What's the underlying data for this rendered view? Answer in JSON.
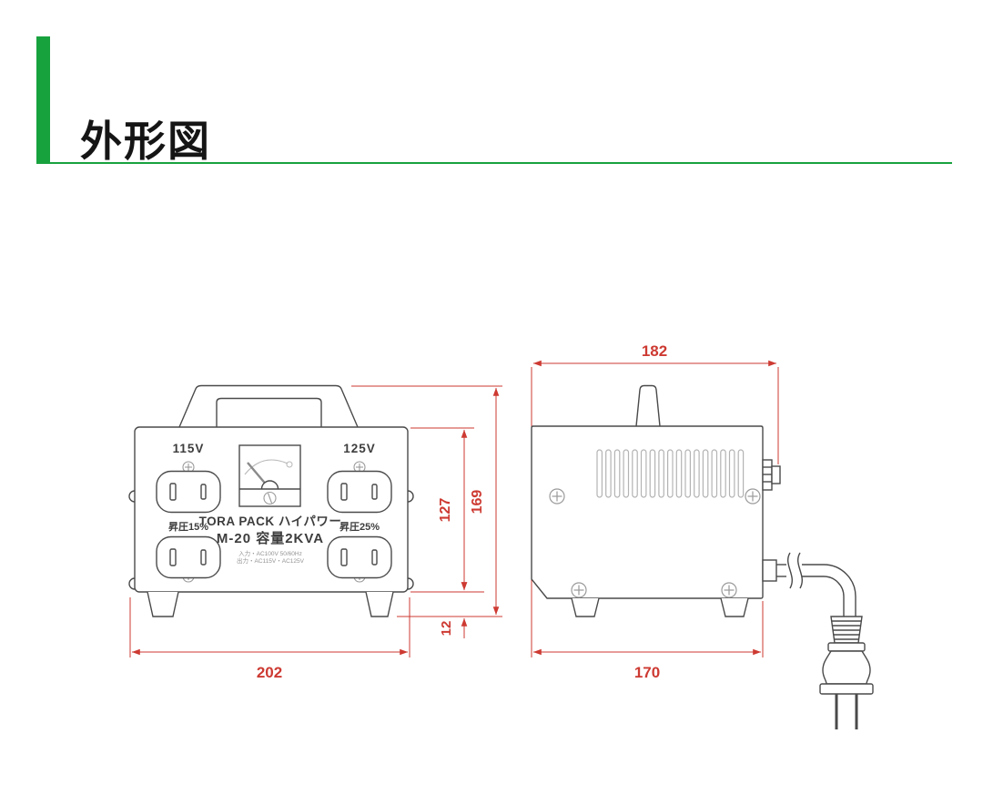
{
  "header": {
    "title": "外形図"
  },
  "colors": {
    "accent_green": "#18a23e",
    "dimension_red": "#cd3a32",
    "drawing_line": "#4a4a4a",
    "detail_gray": "#9a9a9a"
  },
  "front_view": {
    "voltage_left": "115V",
    "voltage_right": "125V",
    "boost_left": "昇圧15%",
    "boost_right": "昇圧25%",
    "brand": "TORA PACK ハイパワー",
    "model": "M-20 容量2KVA",
    "spec_line1": "入力・AC100V 50/60Hz",
    "spec_line2": "出力・AC115V・AC125V"
  },
  "dimensions": {
    "front_width": "202",
    "front_body_height": "127",
    "front_total_height": "169",
    "front_foot_height": "12",
    "side_total_depth": "182",
    "side_body_depth": "170"
  }
}
